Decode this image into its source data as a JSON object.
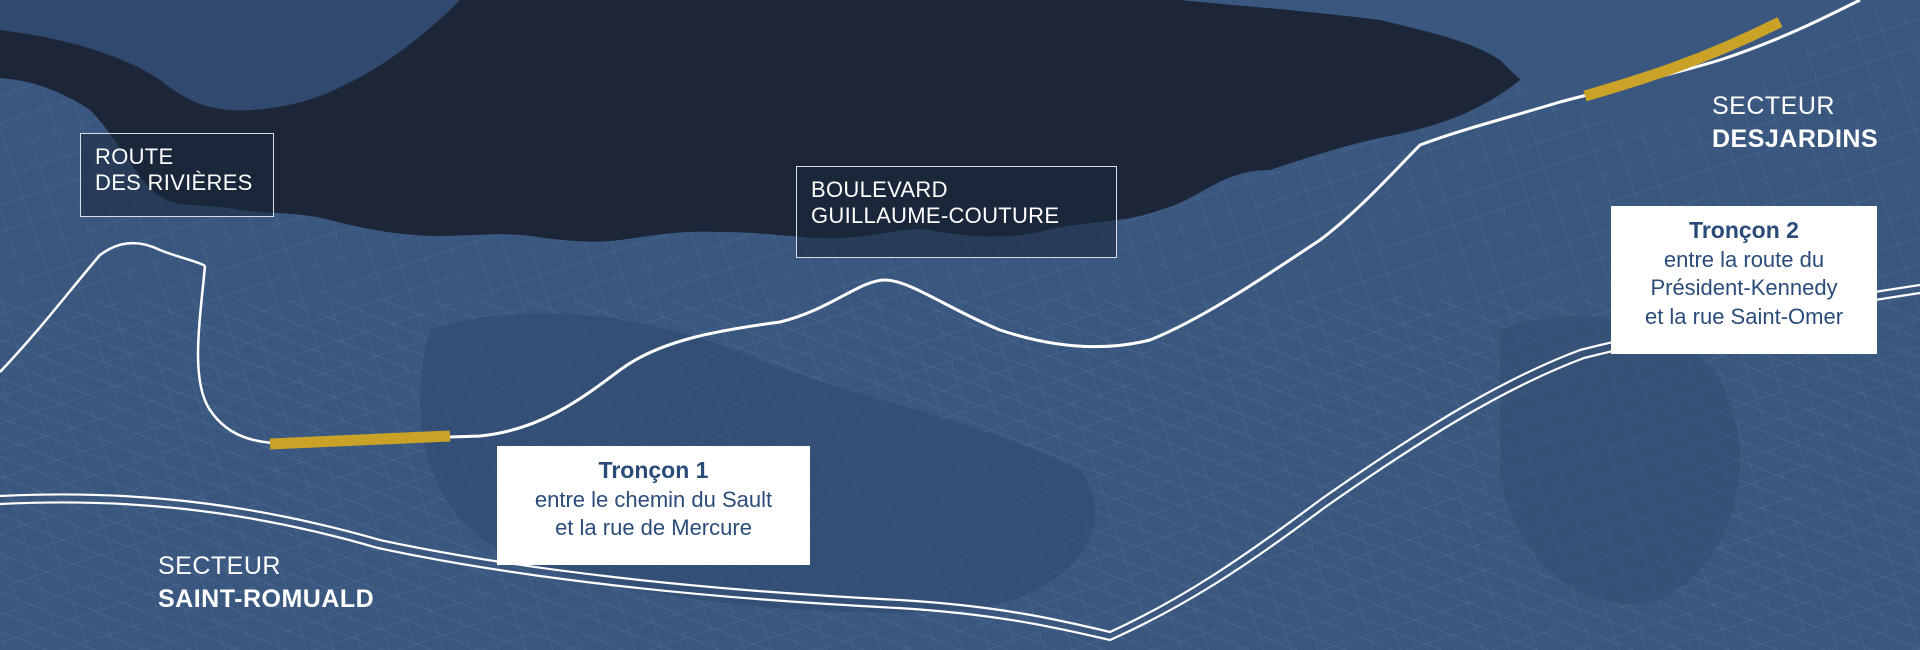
{
  "map": {
    "colors": {
      "water": "#1c2638",
      "land": "#3a587f",
      "road": "#ffffff",
      "highlight": "#c9a227",
      "label_text_blue": "#2b4c7a"
    }
  },
  "road_labels": {
    "route_des_rivieres": {
      "line1": "ROUTE",
      "line2": "DES RIVIÈRES"
    },
    "boulevard_guillaume_couture": {
      "line1": "BOULEVARD",
      "line2": "GUILLAUME-COUTURE"
    }
  },
  "sections": {
    "troncon1": {
      "title": "Tronçon 1",
      "line1": "entre le chemin du Sault",
      "line2": "et la rue de Mercure"
    },
    "troncon2": {
      "title": "Tronçon 2",
      "line1": "entre la route du",
      "line2": "Président-Kennedy",
      "line3": "et la rue Saint-Omer"
    }
  },
  "sectors": {
    "saint_romuald": {
      "line1": "SECTEUR",
      "line2": "SAINT-ROMUALD"
    },
    "desjardins": {
      "line1": "SECTEUR",
      "line2": "DESJARDINS"
    }
  }
}
